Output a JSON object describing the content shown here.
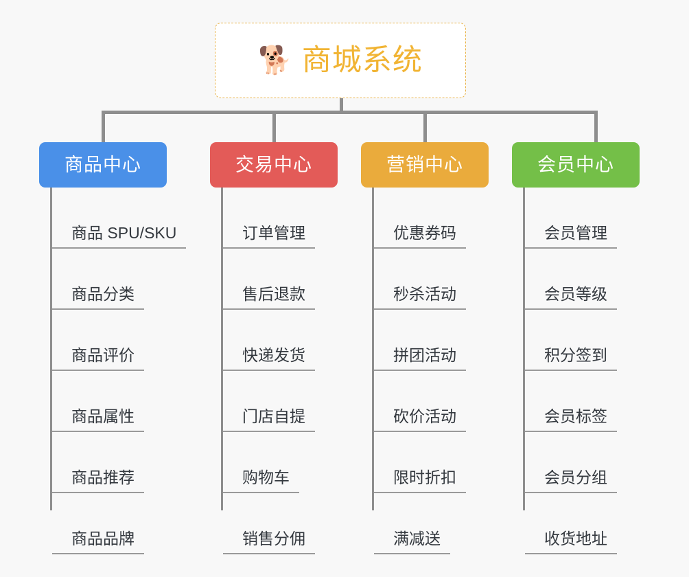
{
  "background_color": "#f8f8f8",
  "root": {
    "icon": "dog-face-emoji",
    "emoji": "🐕",
    "title": "商城系统",
    "text_color": "#f1b434",
    "border_color": "#e9b44c",
    "background_color": "#ffffff"
  },
  "connector_color": "#8e8e8e",
  "branches": [
    {
      "id": "product-center",
      "label": "商品中心",
      "color": "#4a90e8",
      "items": [
        "商品 SPU/SKU",
        "商品分类",
        "商品评价",
        "商品属性",
        "商品推荐",
        "商品品牌"
      ]
    },
    {
      "id": "trade-center",
      "label": "交易中心",
      "color": "#e35b58",
      "items": [
        "订单管理",
        "售后退款",
        "快递发货",
        "门店自提",
        "购物车",
        "销售分佣"
      ]
    },
    {
      "id": "marketing-center",
      "label": "营销中心",
      "color": "#eaab3c",
      "items": [
        "优惠券码",
        "秒杀活动",
        "拼团活动",
        "砍价活动",
        "限时折扣",
        "满减送"
      ]
    },
    {
      "id": "member-center",
      "label": "会员中心",
      "color": "#74bf48",
      "items": [
        "会员管理",
        "会员等级",
        "积分签到",
        "会员标签",
        "会员分组",
        "收货地址"
      ]
    }
  ]
}
